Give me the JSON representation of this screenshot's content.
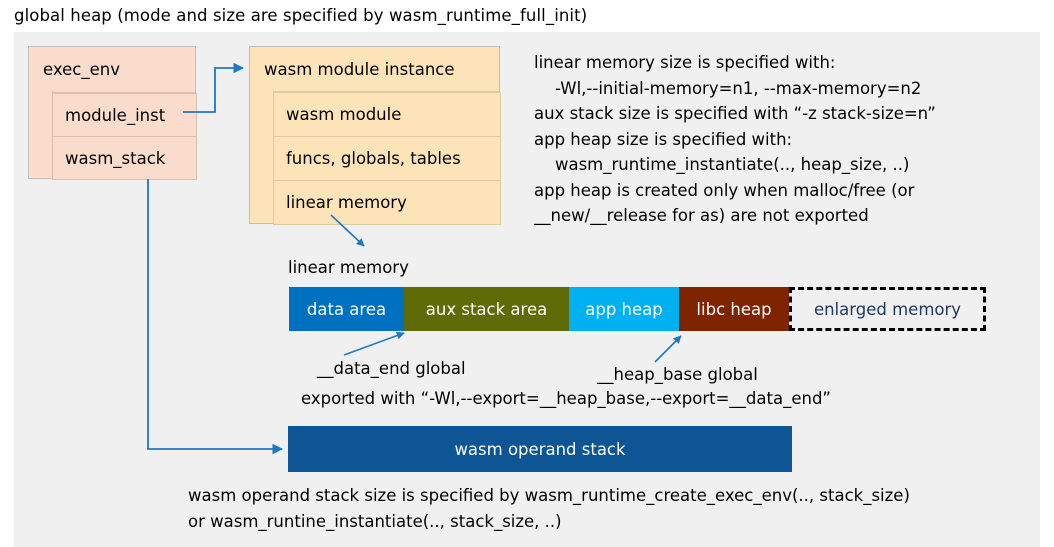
{
  "title": "global heap (mode and size are specified by wasm_runtime_full_init)",
  "colors": {
    "panel_bg": "#f0f0f0",
    "exec_env_fill": "#fadccc",
    "module_instance_fill": "#fce4b8",
    "connector": "#1f77c4",
    "data_area": "#0070c0",
    "aux_stack_area": "#5f6b06",
    "app_heap": "#00b0f0",
    "libc_heap": "#7e2400",
    "enlarged_memory_text": "#1f3864",
    "operand_stack": "#0d5595"
  },
  "exec_env": {
    "header": "exec_env",
    "fields": [
      {
        "label": "module_inst"
      },
      {
        "label": "wasm_stack"
      }
    ]
  },
  "module_instance": {
    "header": "wasm module instance",
    "fields": [
      {
        "label": "wasm module"
      },
      {
        "label": "funcs, globals, tables"
      },
      {
        "label": "linear memory"
      }
    ]
  },
  "notes": {
    "sizes": [
      "linear memory size is specified with:",
      "    -Wl,--initial-memory=n1, --max-memory=n2",
      "aux stack size is specified with “-z stack-size=n”",
      "app heap size is specified with:",
      "    wasm_runtime_instantiate(.., heap_size, ..)",
      "app heap is created only when malloc/free (or",
      "__new/__release for as) are not exported"
    ],
    "operand_stack": [
      "wasm operand stack size is specified by wasm_runtime_create_exec_env(.., stack_size)",
      "or wasm_runtine_instantiate(.., stack_size, ..)"
    ]
  },
  "linear_memory": {
    "caption": "linear memory",
    "segments": [
      {
        "label": "data area",
        "color": "#0070c0",
        "width": 115,
        "text_color": "#ffffff"
      },
      {
        "label": "aux stack area",
        "color": "#5f6b06",
        "width": 165,
        "text_color": "#ffffff"
      },
      {
        "label": "app heap",
        "color": "#00b0f0",
        "width": 110,
        "text_color": "#ffffff"
      },
      {
        "label": "libc heap",
        "color": "#7e2400",
        "width": 110,
        "text_color": "#ffffff"
      },
      {
        "label": "enlarged memory",
        "color": "#f0f0f0",
        "width": 197,
        "text_color": "#1f3864"
      }
    ]
  },
  "annotations": {
    "data_end": "__data_end global",
    "heap_base": "__heap_base global",
    "exported_with": "exported with “-Wl,--export=__heap_base,--export=__data_end”"
  },
  "operand_stack_box": {
    "label": "wasm operand stack"
  }
}
